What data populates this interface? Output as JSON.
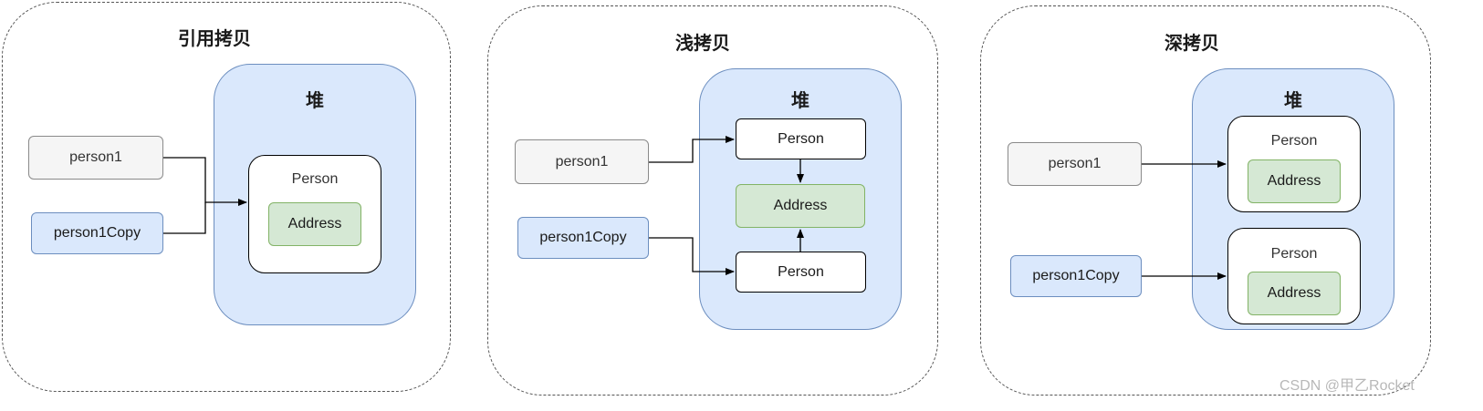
{
  "panels": [
    {
      "title": "引用拷贝",
      "heap_label": "堆",
      "var1": "person1",
      "var2": "person1Copy",
      "person": "Person",
      "address": "Address"
    },
    {
      "title": "浅拷贝",
      "heap_label": "堆",
      "var1": "person1",
      "var2": "person1Copy",
      "person_top": "Person",
      "address": "Address",
      "person_bottom": "Person"
    },
    {
      "title": "深拷贝",
      "heap_label": "堆",
      "var1": "person1",
      "var2": "person1Copy",
      "person_top": "Person",
      "address_top": "Address",
      "person_bottom": "Person",
      "address_bottom": "Address"
    }
  ],
  "colors": {
    "heap_fill": "#dae8fc",
    "var_gray_fill": "#f5f5f5",
    "var_blue_fill": "#dae8fc",
    "address_fill": "#d5e8d4"
  },
  "watermark": "CSDN @甲乙Rocket"
}
